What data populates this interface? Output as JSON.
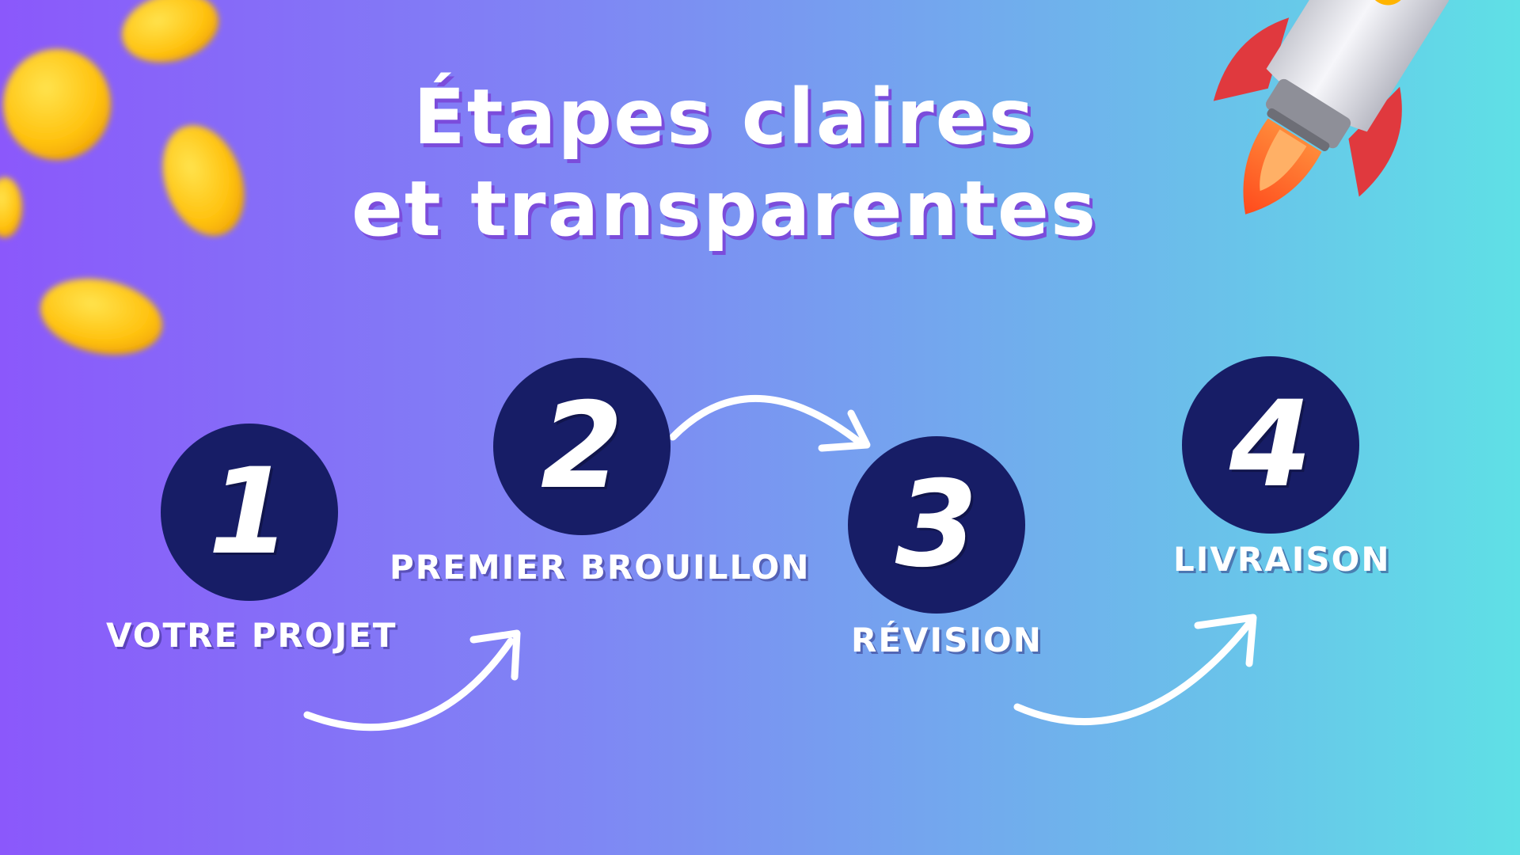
{
  "title": {
    "line1": "Étapes claires",
    "line2": "et transparentes"
  },
  "steps": [
    {
      "number": "1",
      "label": "VOTRE PROJET"
    },
    {
      "number": "2",
      "label": "PREMIER BROUILLON"
    },
    {
      "number": "3",
      "label": "RÉVISION"
    },
    {
      "number": "4",
      "label": "LIVRAISON"
    }
  ],
  "colors": {
    "gradient_start": "#8b58fb",
    "gradient_end": "#5fe0e6",
    "circle": "#171d66",
    "text": "#ffffff",
    "coin": "#ffc927",
    "rocket_body": "#e9e9ee",
    "rocket_fin": "#e0393e",
    "flame": "#ff6a2a"
  },
  "decorations": [
    "gold-coins",
    "rocket-illustration"
  ]
}
